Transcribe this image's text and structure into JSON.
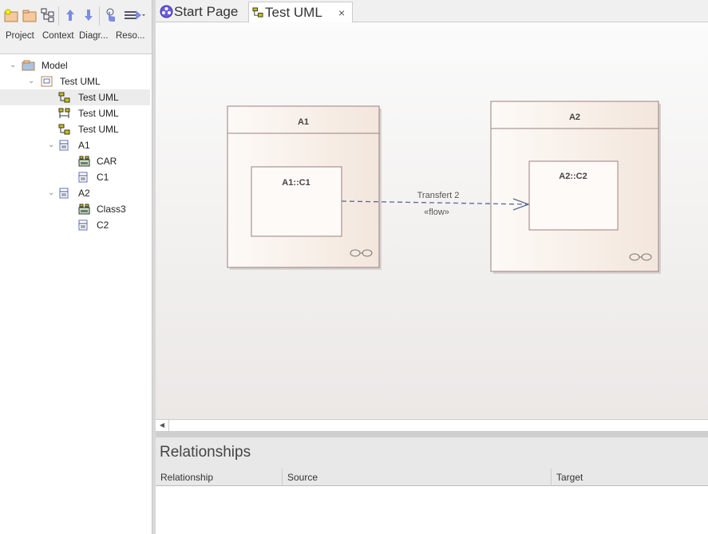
{
  "toolbar": {
    "labels": [
      "Project",
      "Context",
      "Diagr...",
      "Reso..."
    ]
  },
  "tree": [
    {
      "label": "Model",
      "icon": "model-package-icon"
    },
    {
      "label": "Test UML",
      "icon": "package-icon"
    },
    {
      "label": "Test UML",
      "icon": "diagram-icon"
    },
    {
      "label": "Test UML",
      "icon": "diagram-alt-icon"
    },
    {
      "label": "Test UML",
      "icon": "diagram-icon"
    },
    {
      "label": "A1",
      "icon": "class-icon"
    },
    {
      "label": "CAR",
      "icon": "component-icon"
    },
    {
      "label": "C1",
      "icon": "class-icon"
    },
    {
      "label": "A2",
      "icon": "class-icon"
    },
    {
      "label": "Class3",
      "icon": "component-icon"
    },
    {
      "label": "C2",
      "icon": "class-icon"
    }
  ],
  "tabs": [
    {
      "label": "Start Page"
    },
    {
      "label": "Test UML",
      "close": "×"
    }
  ],
  "diagram": {
    "elements": [
      {
        "name": "A1",
        "part": "A1::C1"
      },
      {
        "name": "A2",
        "part": "A2::C2"
      }
    ],
    "connector": {
      "name": "Transfert 2",
      "stereotype": "«flow»"
    }
  },
  "relationships": {
    "title": "Relationships",
    "columns": [
      "Relationship",
      "Source",
      "Target"
    ]
  }
}
